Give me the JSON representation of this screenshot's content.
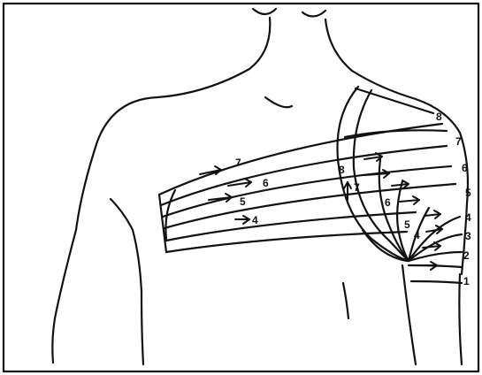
{
  "labels": {
    "chest": [
      "7",
      "6",
      "5",
      "4"
    ],
    "shoulder_right": [
      "8",
      "7",
      "6",
      "5",
      "4",
      "3",
      "2",
      "1"
    ],
    "inner": [
      "8",
      "7",
      "6",
      "5",
      "4"
    ]
  }
}
